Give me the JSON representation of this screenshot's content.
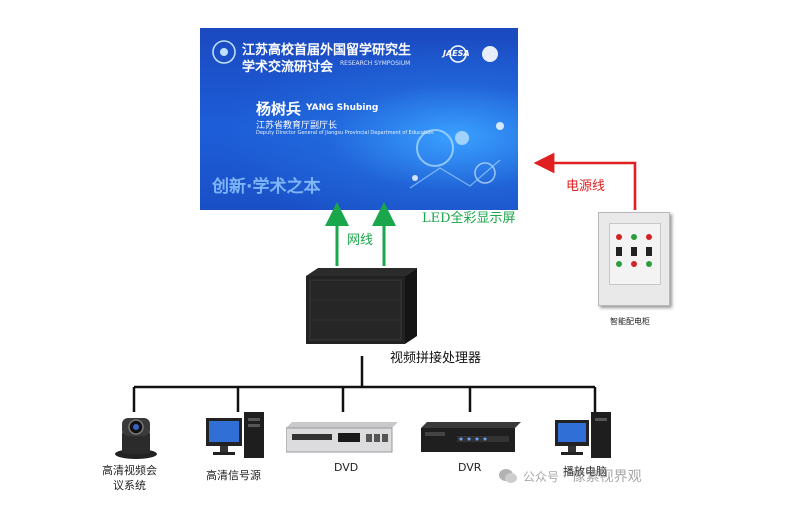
{
  "screen": {
    "event_title_line1": "江苏高校首届外国留学研究生",
    "event_title_line2": "学术交流研讨会",
    "event_subtitle": "RESEARCH SYMPOSIUM",
    "logo_text": "JAESA",
    "speaker_name": "杨树兵",
    "speaker_name_en": "YANG Shubing",
    "speaker_title": "江苏省教育厅副厅长",
    "speaker_title_en": "Deputy Director General of Jiangsu Provincial Department of Education",
    "slogan": "创新·学术之本"
  },
  "labels": {
    "led_display": "LED全彩显示屏",
    "network_cable": "网线",
    "power_cable": "电源线",
    "power_cabinet": "智能配电柜",
    "processor": "视频拼接处理器",
    "video_conference_line1": "高清视频会",
    "video_conference_line2": "议系统",
    "hd_signal_source": "高清信号源",
    "dvd": "DVD",
    "dvr": "DVR",
    "playback_pc": "播放电脑"
  },
  "watermark": {
    "prefix": "公众号 ·",
    "name": "像素视界观"
  },
  "colors": {
    "network_arrow": "#1aa64a",
    "power_arrow": "#e02020",
    "screen_blue": "#1c55c9"
  }
}
